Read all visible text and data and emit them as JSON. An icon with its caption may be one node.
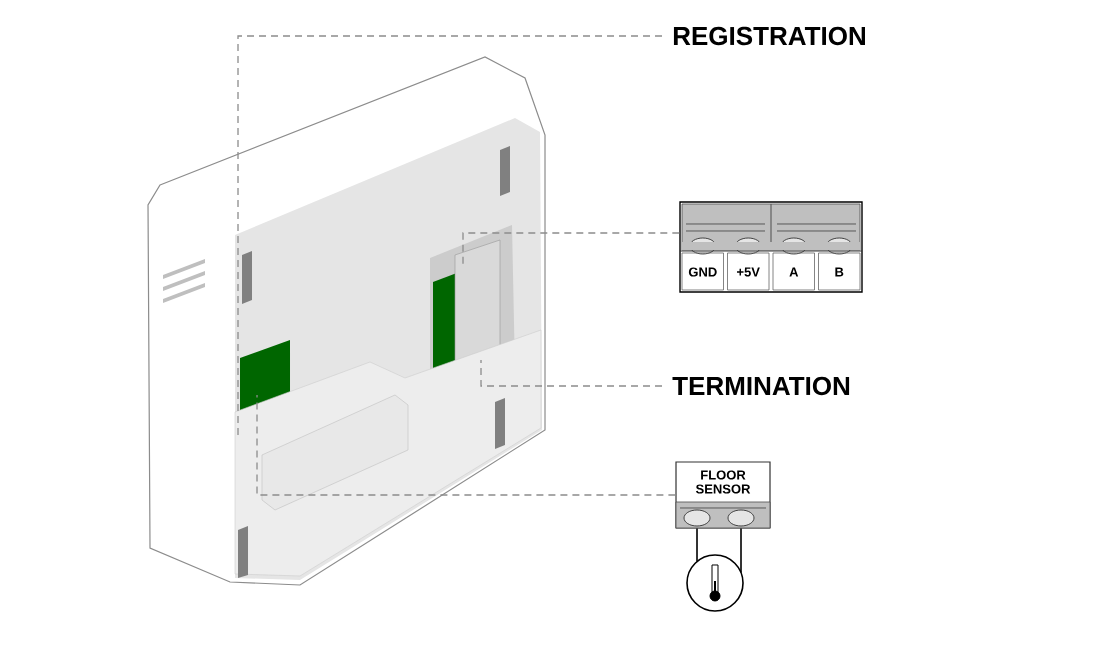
{
  "diagram": {
    "nodes": [
      {
        "text": [
          "REGISTRATION"
        ]
      },
      {
        "text": [
          "GND",
          "+5V",
          "A",
          "B"
        ]
      },
      {
        "text": [
          "TERMINATION"
        ]
      },
      {
        "text": [
          "FLOOR SENSOR"
        ]
      },
      {
        "text": [],
        "shape": "circle"
      }
    ],
    "edges": [
      {
        "from": 0,
        "to": null,
        "arrow": "none",
        "style": "dashed"
      },
      {
        "from": 1,
        "to": null,
        "arrow": "none",
        "style": "dashed"
      },
      {
        "from": 2,
        "to": null,
        "arrow": "none",
        "style": "dashed"
      },
      {
        "from": 3,
        "to": null,
        "arrow": "none",
        "style": "dashed"
      },
      {
        "from": 3,
        "to": 4,
        "arrow": "none",
        "color": "#000000"
      },
      {
        "from": 3,
        "to": 4,
        "arrow": "none",
        "color": "#000000"
      }
    ]
  }
}
